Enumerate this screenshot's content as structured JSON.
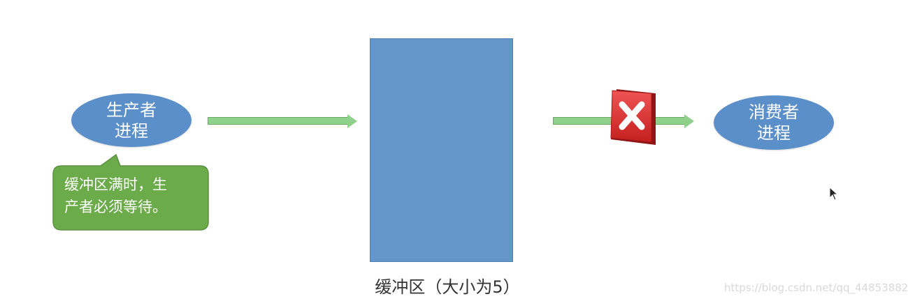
{
  "producer": {
    "line1": "生产者",
    "line2": "进程"
  },
  "consumer": {
    "line1": "消费者",
    "line2": "进程"
  },
  "buffer": {
    "label": "缓冲区（大小为5）"
  },
  "callout": {
    "line1": "缓冲区满时，生",
    "line2": "产者必须等待。"
  },
  "watermark": "https://blog.csdn.net/qq_44853882",
  "icons": {
    "blocked": "red-x-icon",
    "cursor": "mouse-pointer-icon"
  },
  "colors": {
    "node_fill": "#5b8fc9",
    "buffer_fill": "#6496c9",
    "arrow_fill": "#8fd08a",
    "callout_fill": "#6cab4a",
    "blocked_red": "#d62b2b"
  }
}
